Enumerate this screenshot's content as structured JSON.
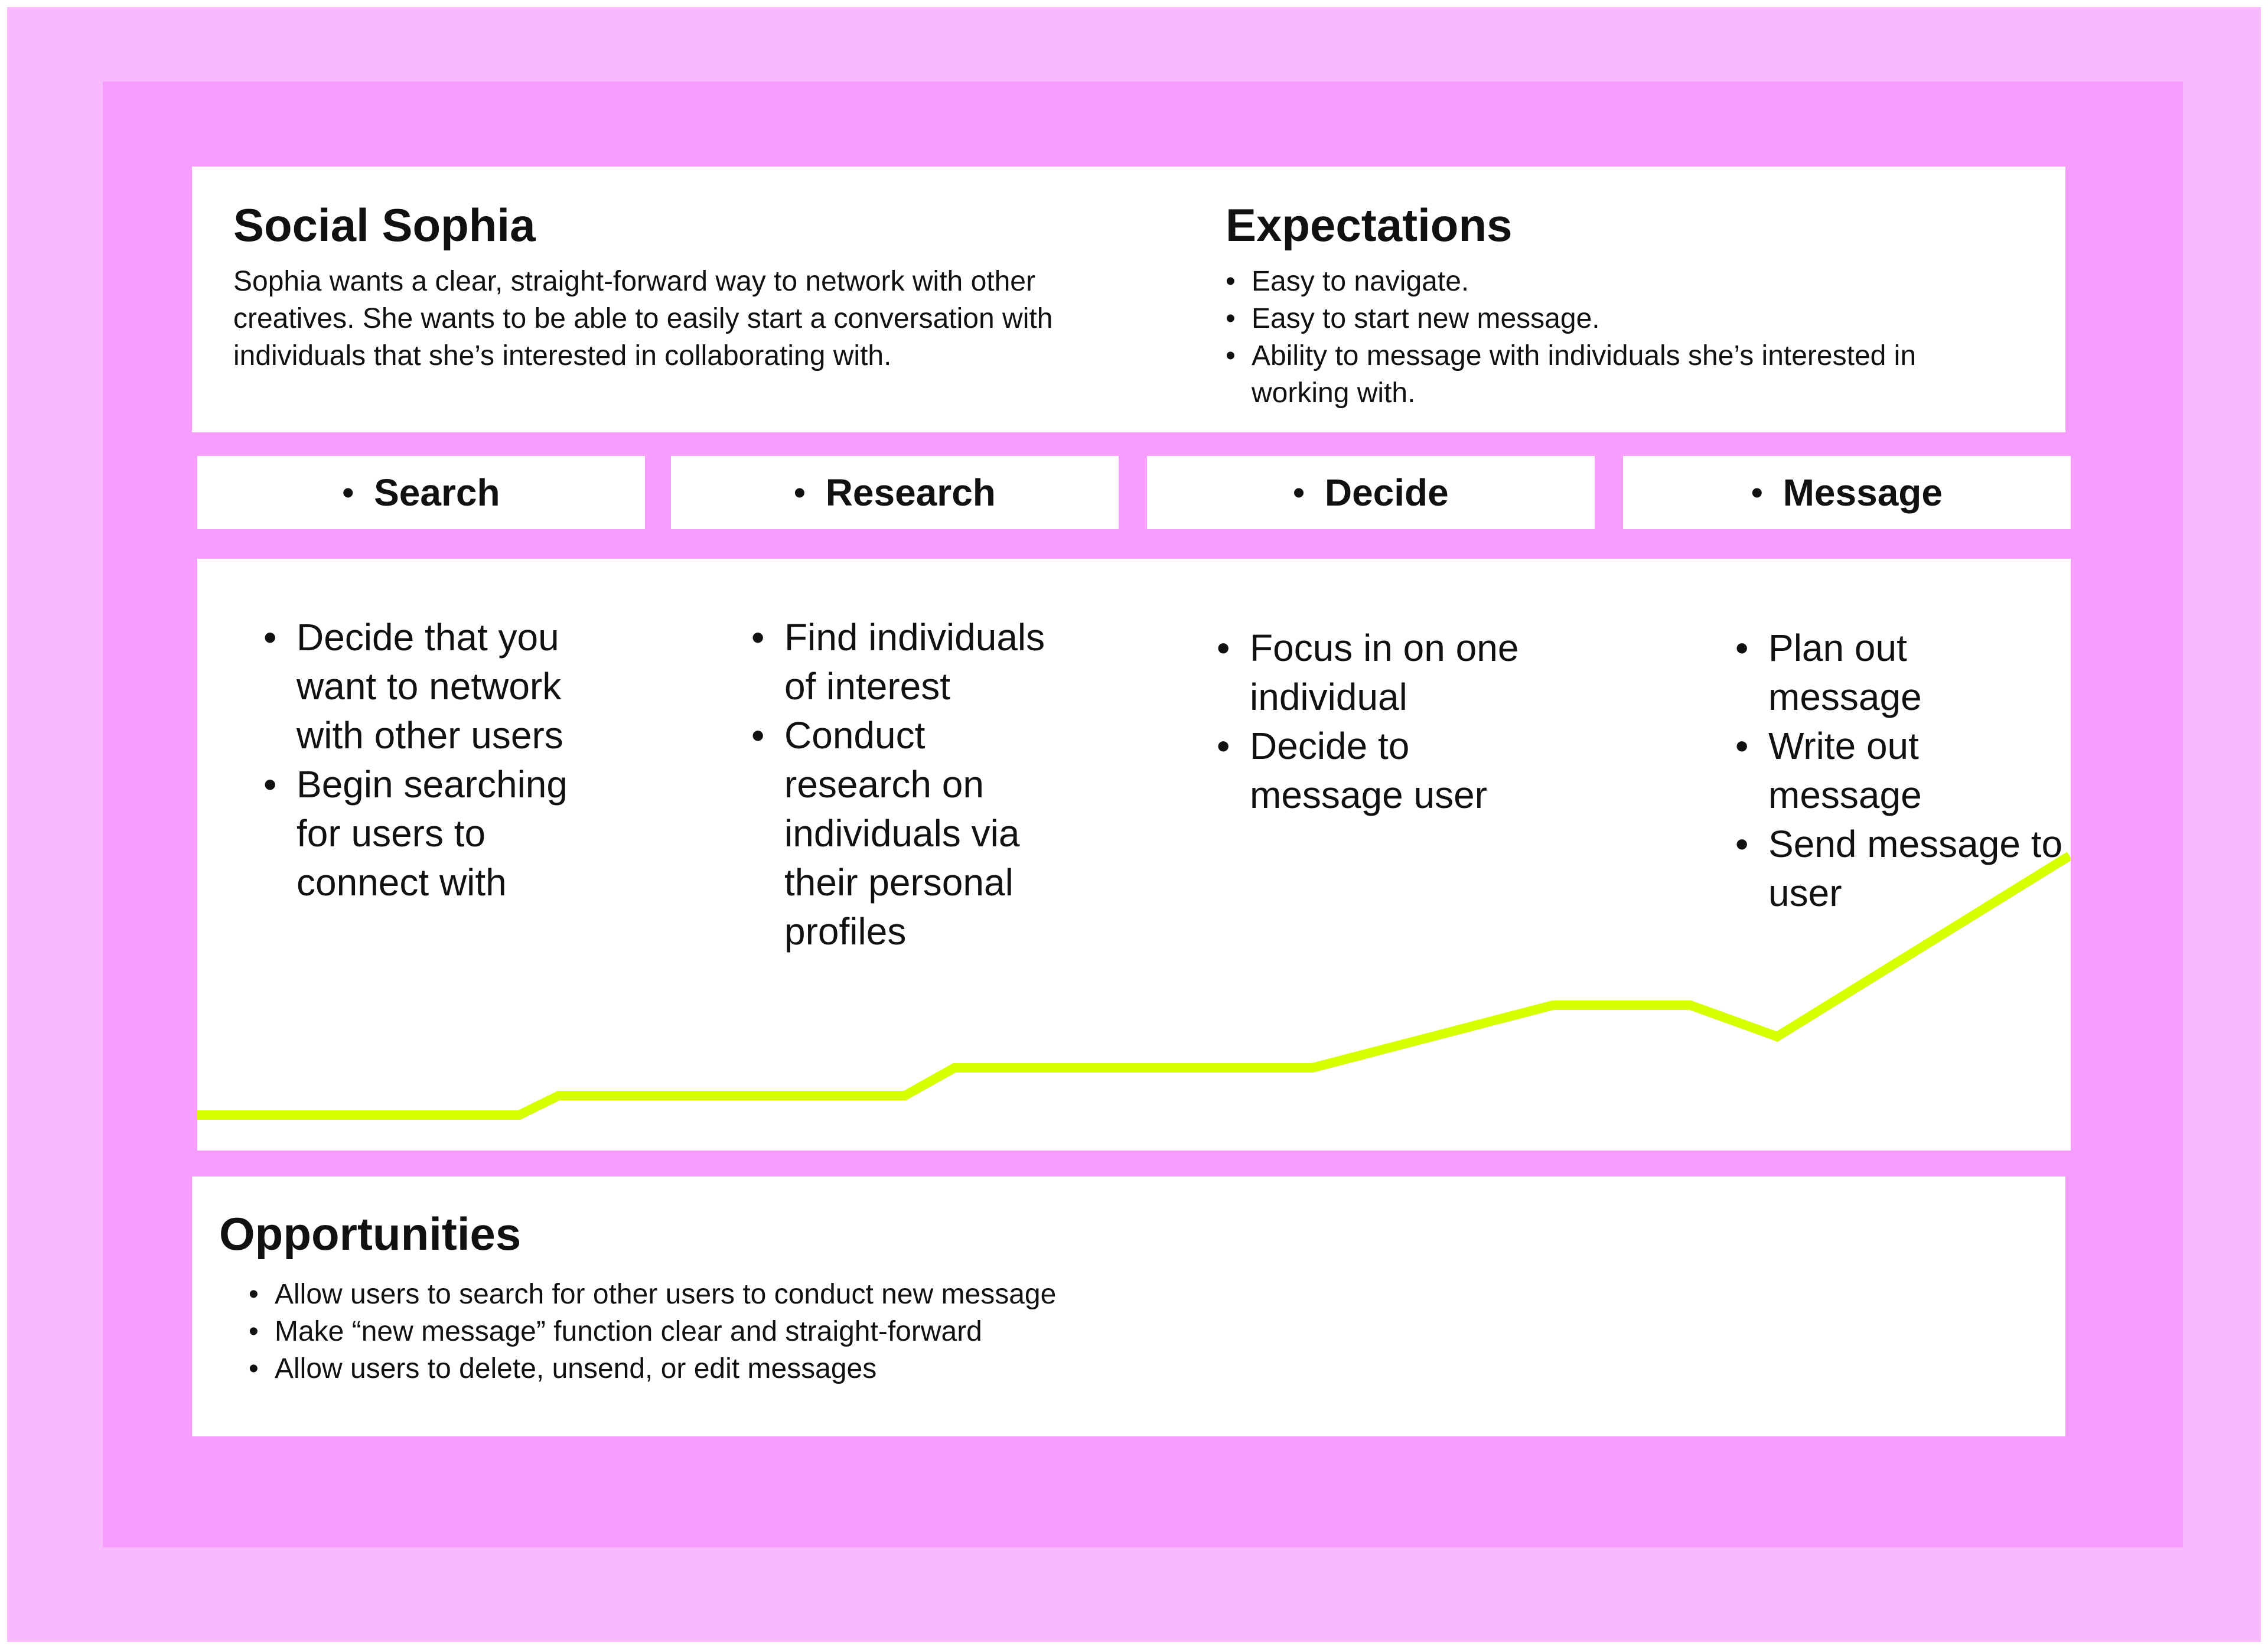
{
  "persona": {
    "title": "Social Sophia",
    "description": "Sophia wants a clear, straight-forward way to network with other creatives. She wants to be able to easily start a conversation with individuals that she’s interested in collaborating with."
  },
  "expectations": {
    "title": "Expectations",
    "items": [
      "Easy to navigate.",
      "Easy to start new message.",
      "Ability to message with individuals she’s interested in working with."
    ]
  },
  "stages": [
    {
      "label": "Search",
      "steps": [
        "Decide that you want to network with other users",
        "Begin searching for users to connect with"
      ]
    },
    {
      "label": "Research",
      "steps": [
        "Find individuals of interest",
        "Conduct research on individuals via their personal profiles"
      ]
    },
    {
      "label": "Decide",
      "steps": [
        "Focus in on one individual",
        "Decide to message user"
      ]
    },
    {
      "label": "Message",
      "steps": [
        "Plan out message",
        "Write out message",
        "Send message to user"
      ]
    }
  ],
  "opportunities": {
    "title": "Opportunities",
    "items": [
      "Allow users to search for other users to conduct new message",
      "Make “new message” function clear and straight-forward",
      "Allow users to delete, unsend, or edit messages"
    ]
  },
  "journey_line": {
    "color": "#d8ff00",
    "levels": [
      0.0,
      0.0,
      0.05,
      0.05,
      0.12,
      0.12,
      0.28,
      0.28,
      0.2,
      0.66
    ]
  },
  "colors": {
    "outer_frame": "#f7bbfd",
    "inner_frame": "#f79dfd",
    "card": "#ffffff"
  }
}
